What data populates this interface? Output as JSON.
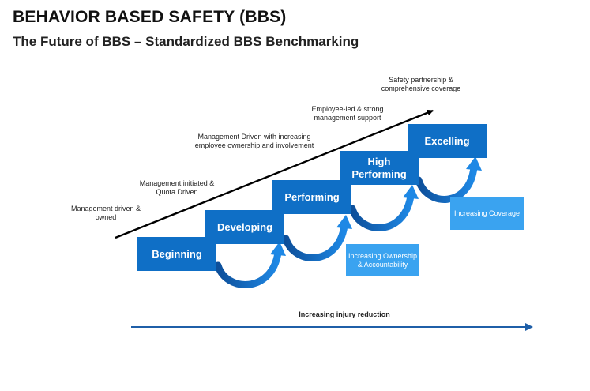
{
  "header": {
    "title": "BEHAVIOR BASED SAFETY (BBS)",
    "subtitle": "The Future of BBS – Standardized BBS Benchmarking"
  },
  "stages": [
    {
      "label": "Beginning"
    },
    {
      "label": "Developing"
    },
    {
      "label": "Performing"
    },
    {
      "label": "High Performing"
    },
    {
      "label": "Excelling"
    }
  ],
  "notes": [
    "Management driven & owned",
    "Management initiated & Quota Driven",
    "Management Driven with increasing employee ownership and involvement",
    "Employee-led & strong management support",
    "Safety partnership & comprehensive coverage"
  ],
  "callouts": [
    "Increasing Ownership & Accountability",
    "Increasing Coverage"
  ],
  "bottom_label": "Increasing injury reduction",
  "colors": {
    "stage": "#0f6fc6",
    "callout": "#3aa3f0",
    "curved_arrow": "#1565c0",
    "bottom_arrow": "#1f5fa8",
    "diagonal_arrow": "#000000"
  }
}
